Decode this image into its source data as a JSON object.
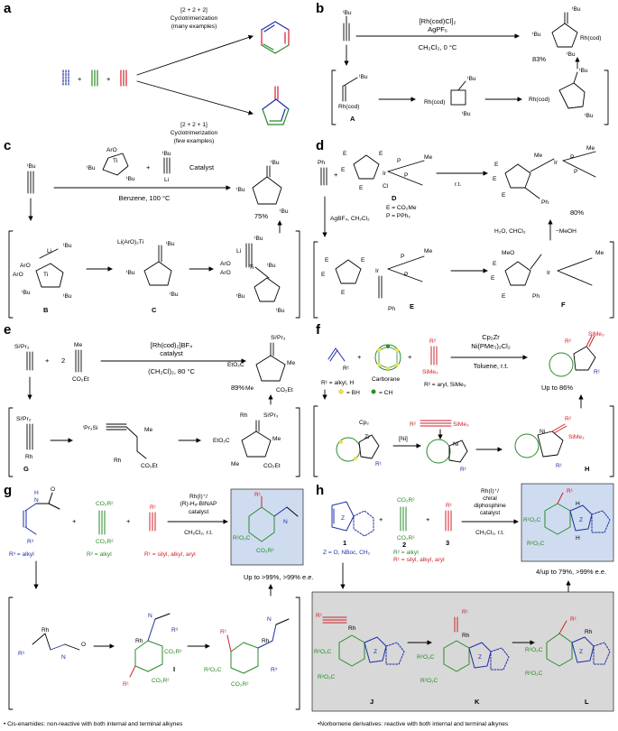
{
  "panels": {
    "a": {
      "label": "a",
      "top_arrow_line1": "[2 + 2 + 2]",
      "top_arrow_line2": "Cyclotrimerization",
      "top_arrow_line3": "(many examples)",
      "bottom_arrow_line1": "[2 + 2 + 1]",
      "bottom_arrow_line2": "Cyclotrimerization",
      "bottom_arrow_line3": "(few examples)",
      "plus": "+"
    },
    "b": {
      "label": "b",
      "reagent1": "[Rh(cod)Cl]₂",
      "reagent2": "AgPF₆",
      "conditions": "CH₂Cl₂, 0 °C",
      "yield": "83%",
      "tbu": "ᵗBu",
      "rh": "Rh(cod)",
      "intermediate": "A"
    },
    "c": {
      "label": "c",
      "catalyst": "Catalyst",
      "conditions": "Benzene, 100 °C",
      "yield": "75%",
      "aro": "ArO",
      "li": "Li",
      "ti": "Ti",
      "tbu": "ᵗBu",
      "int_b": "B",
      "int_c": "C",
      "lio": "Li(ArO)₂Ti"
    },
    "d": {
      "label": "d",
      "ph": "Ph",
      "e_def": "E = CO₂Me",
      "p_def": "P = PPh₂",
      "rt": "r.t.",
      "agbf": "AgBF₄, CH₂Cl₂",
      "water": "H₂O, CHCl₃",
      "meoh": "−MeOH",
      "yield": "80%",
      "int_d": "D",
      "int_e": "E",
      "int_f": "F",
      "me": "Me",
      "ir": "Ir",
      "cl": "Cl",
      "e": "E",
      "p": "P",
      "meo": "MeO"
    },
    "e": {
      "label": "e",
      "reagent1": "[Rh(cod)₂]BF₄",
      "reagent2": "catalyst",
      "conditions": "(CH₂Cl)₂, 80 °C",
      "yield": "89%",
      "two": "2",
      "me": "Me",
      "co2et": "CO₂Et",
      "etco2c": "EtO₂C",
      "sipr": "SiⁱPr₃",
      "iprsi": "ⁱPr₃Si",
      "rh": "Rh",
      "int_g": "G"
    },
    "f": {
      "label": "f",
      "reagent1": "Cp₂Zr",
      "reagent2": "Ni(PMe₃)₂Cl₂",
      "conditions": "Toluene, r.t.",
      "r1_def": "R¹ = alkyl, H",
      "carborane": "Carborane",
      "bh_def": "= BH",
      "ch_def": "= CH",
      "r2_def": "R² = aryl, SiMe₃",
      "yield": "Up to 86%",
      "sime3": "SiMe₃",
      "r1": "R¹",
      "r2": "R²",
      "cp2": "Cp₂",
      "zr": "Zr",
      "ni": "Ni",
      "ni_cat": "[Ni]",
      "int_h": "H"
    },
    "g": {
      "label": "g",
      "cat1": "Rh(I)⁺/",
      "cat2": "(R)-H₈-BINAP",
      "cat3": "catalyst",
      "conditions": "CH₂Cl₂, r.t.",
      "r3_def": "R³ = alkyl",
      "r2_def": "R² = alkyl",
      "r1_def": "R¹ = silyl, alkyl, aryl",
      "yield": "Up to >99%, >99% e.e.",
      "footnote": "• Cis-enamides: non-reactive with both internal and terminal alkynes",
      "footnote_italic": "Cis",
      "co2r2": "CO₂R²",
      "r2o2c": "R²O₂C",
      "r1": "R¹",
      "r3": "R³",
      "nh": "N",
      "h": "H",
      "o": "O",
      "rh": "Rh",
      "int_i": "I"
    },
    "h": {
      "label": "h",
      "cat1": "Rh(I)⁺/",
      "cat2": "chiral",
      "cat3": "diphosphine",
      "cat4": "catalyst",
      "conditions": "CH₂Cl₂, r.t.",
      "z_def": "Z = O, NBoc, CH₂",
      "r2_def": "R² = alkyl",
      "r1_def": "R¹ = silyl, alkyl, aryl",
      "num1": "1",
      "num2": "2",
      "num3": "3",
      "yield": "4/up to 79%, >99% e.e.",
      "footnote": "•Norbornene derivatives: reactive with both internal and terminal alkynes",
      "z": "Z",
      "co2r2": "CO₂R²",
      "r2o2c": "R²O₂C",
      "r1": "R¹",
      "rh": "Rh",
      "h": "H",
      "int_j": "J",
      "int_k": "K",
      "int_l": "L"
    }
  },
  "colors": {
    "blue": "#1f2fa6",
    "green": "#2a8a2a",
    "red": "#d0202a",
    "product_box": "#cfdcf0",
    "mechanism_box": "#d8d8d8",
    "carborane_yellow": "#f3e23a"
  }
}
